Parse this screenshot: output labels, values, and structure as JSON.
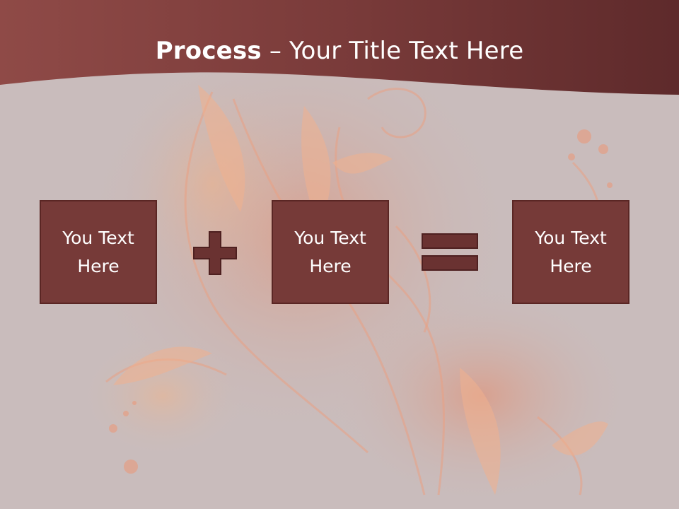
{
  "slide": {
    "title_bold": "Process",
    "title_rest": " – Your Title Text Here",
    "boxes": [
      {
        "label": "You Text Here"
      },
      {
        "label": "You Text Here"
      },
      {
        "label": "You Text Here"
      }
    ],
    "operators": [
      "plus-icon",
      "equals-icon"
    ]
  },
  "colors": {
    "header": "#7b3b3b",
    "box_fill": "#763a38",
    "box_border": "#5a2624",
    "operator": "#6a3231",
    "background": "#c9bcbc"
  }
}
